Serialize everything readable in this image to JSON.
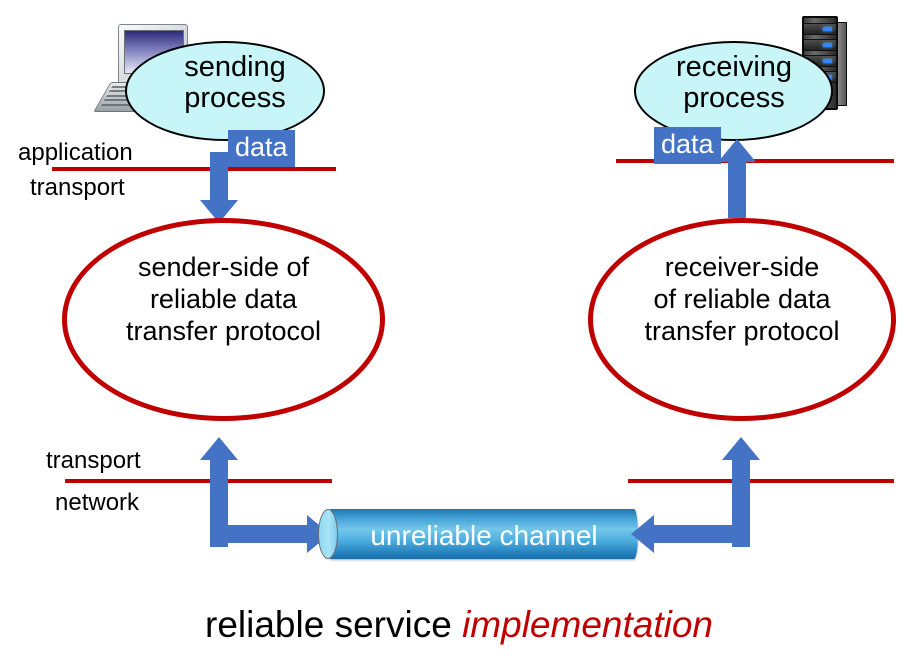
{
  "diagram": {
    "title_caption": {
      "plain": "reliable service ",
      "emphasis": "implementation"
    },
    "colors": {
      "protocol_red": "#C00000",
      "arrow_blue": "#4472C4",
      "process_fill": "#C8F5F7",
      "channel_blue": "#3E9DD4",
      "text_black": "#000000"
    },
    "sender": {
      "process_label": "sending\nprocess",
      "icon_name": "desktop-computer-icon",
      "data_tag": "data",
      "protocol_label": "sender-side of\nreliable data\ntransfer protocol",
      "arrow_down_name": "data-down-arrow",
      "arrow_l_name": "sender-to-channel-arrow"
    },
    "receiver": {
      "process_label": "receiving\nprocess",
      "icon_name": "server-tower-icon",
      "data_tag": "data",
      "protocol_label": "receiver-side\nof reliable data\ntransfer protocol",
      "arrow_up_name": "data-up-arrow",
      "arrow_l_name": "channel-to-receiver-arrow"
    },
    "layers": {
      "upper_above": "application",
      "upper_below": "transport",
      "lower_above": "transport",
      "lower_below": "network"
    },
    "channel": {
      "label": "unreliable channel"
    }
  }
}
